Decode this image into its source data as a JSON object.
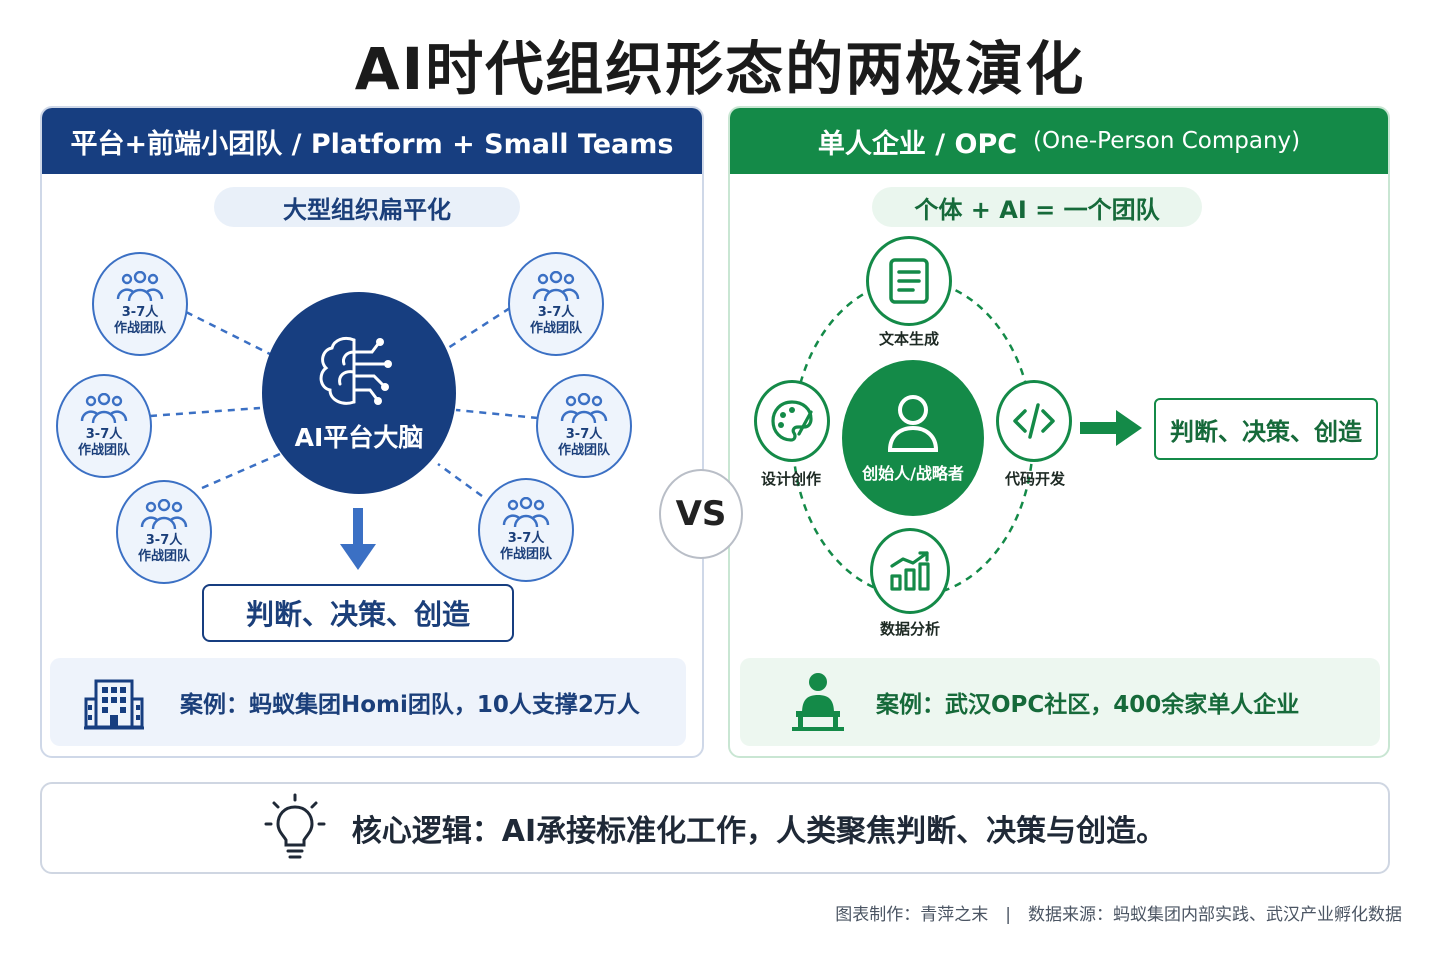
{
  "title": "AI时代组织形态的两极演化",
  "left": {
    "header_main": "平台+前端小团队 / Platform + Small Teams",
    "subtitle": "大型组织扁平化",
    "center_label": "AI平台大脑",
    "team": {
      "size": "3-7人",
      "name": "作战团队"
    },
    "outcome": "判断、决策、创造",
    "case_text": "案例：蚂蚁集团Homi团队，10人支撑2万人",
    "icons": {
      "team": "people-group-icon",
      "brain": "brain-circuit-icon",
      "case": "office-building-icon",
      "arrow": "arrow-down-icon"
    }
  },
  "vs_label": "VS",
  "right": {
    "header_main": "单人企业 / OPC",
    "header_paren": "(One-Person Company)",
    "subtitle": "个体 + AI = 一个团队",
    "center_label": "创始人/战略者",
    "tools": {
      "text": "文本生成",
      "design": "设计创作",
      "code": "代码开发",
      "data": "数据分析"
    },
    "outcome": "判断、决策、创造",
    "case_text": "案例：武汉OPC社区，400余家单人企业",
    "icons": {
      "text": "document-icon",
      "design": "palette-icon",
      "code": "code-icon",
      "data": "bar-chart-icon",
      "founder": "person-icon",
      "case": "person-at-desk-icon",
      "arrow": "arrow-right-icon"
    }
  },
  "logic": {
    "text": "核心逻辑：AI承接标准化工作，人类聚焦判断、决策与创造。",
    "icon": "lightbulb-icon"
  },
  "footer": "图表制作：青萍之末　|　数据来源：蚂蚁集团内部实践、武汉产业孵化数据",
  "colors": {
    "navy": "#173e80",
    "green": "#148a48",
    "light_blue": "#eef3fb",
    "light_green": "#edf7f0"
  }
}
